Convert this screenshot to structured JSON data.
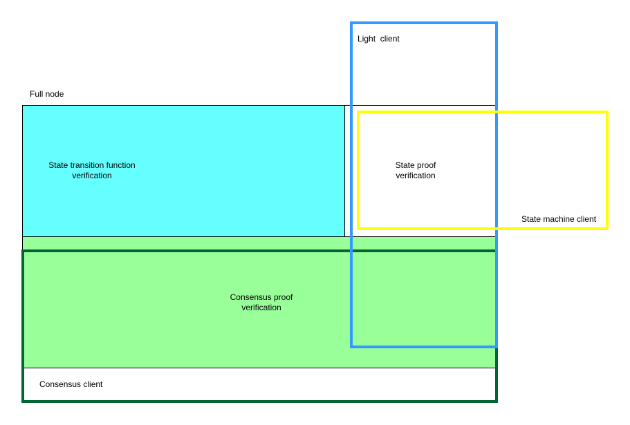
{
  "labels": {
    "full_node": "Full node",
    "light_client": "Light  client",
    "state_transition_line1": "State transition function",
    "state_transition_line2": "verification",
    "state_proof_line1": "State proof",
    "state_proof_line2": "verification",
    "state_machine_client": "State machine client",
    "consensus_proof_line1": "Consensus proof",
    "consensus_proof_line2": "verification",
    "consensus_client": "Consensus client"
  },
  "colors": {
    "state_transition_fill": "#66ffff",
    "consensus_proof_fill": "#99ff99",
    "consensus_client_border": "#006633",
    "light_client_border": "#3399ff",
    "state_machine_client_border": "#ffff00"
  }
}
